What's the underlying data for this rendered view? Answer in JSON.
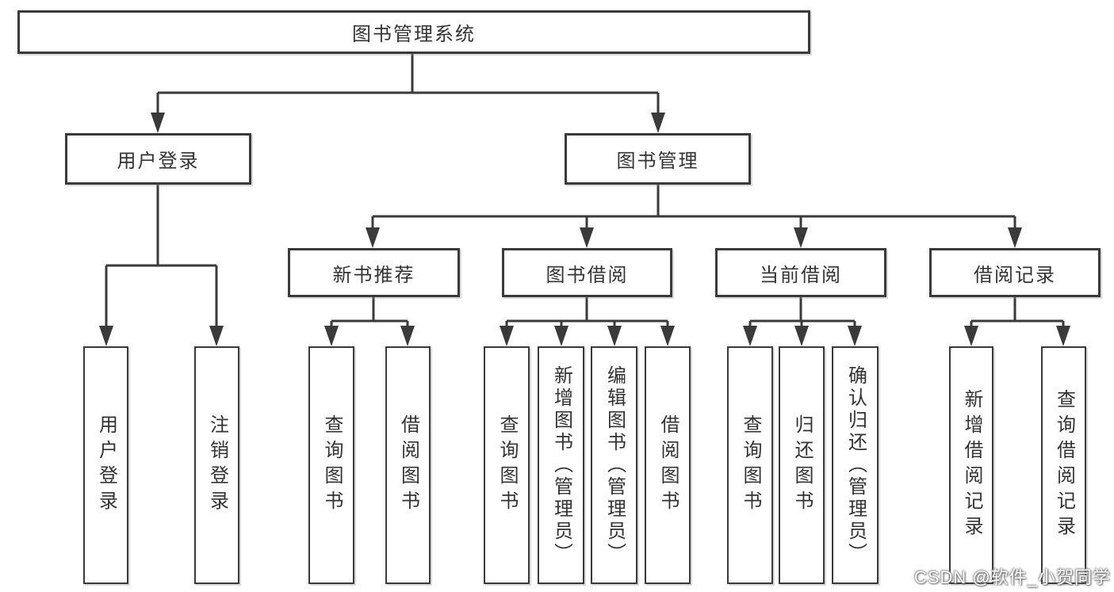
{
  "diagram": {
    "root": {
      "label": "图书管理系统"
    },
    "branches": [
      {
        "label": "用户登录",
        "leaves": [
          {
            "label": "用户登录"
          },
          {
            "label": "注销登录"
          }
        ]
      },
      {
        "label": "图书管理",
        "modules": [
          {
            "label": "新书推荐",
            "leaves": [
              {
                "label": "查询图书"
              },
              {
                "label": "借阅图书"
              }
            ]
          },
          {
            "label": "图书借阅",
            "leaves": [
              {
                "label": "查询图书"
              },
              {
                "label": "新增图书（管理员）"
              },
              {
                "label": "编辑图书（管理员）"
              },
              {
                "label": "借阅图书"
              }
            ]
          },
          {
            "label": "当前借阅",
            "leaves": [
              {
                "label": "查询图书"
              },
              {
                "label": "归还图书"
              },
              {
                "label": "确认归还（管理员）"
              }
            ]
          },
          {
            "label": "借阅记录",
            "leaves": [
              {
                "label": "新增借阅记录"
              },
              {
                "label": "查询借阅记录"
              }
            ]
          }
        ]
      }
    ]
  },
  "watermark": {
    "text": "CSDN @软件_小贺同学"
  },
  "colors": {
    "line": "#3a3a3a",
    "text": "#333333",
    "background": "#ffffff"
  }
}
